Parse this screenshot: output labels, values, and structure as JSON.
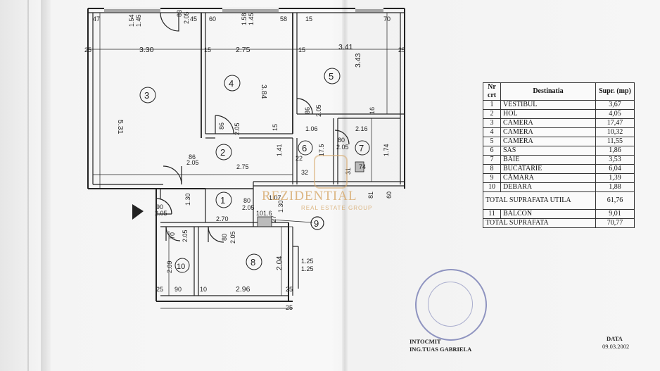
{
  "plan": {
    "rooms": [
      "1",
      "2",
      "3",
      "4",
      "5",
      "6",
      "7",
      "8",
      "9",
      "10"
    ],
    "dims_top": [
      "47",
      "1.54",
      "1.45",
      "83",
      "2.05",
      "45",
      "60",
      "1.58",
      "1.45",
      "58",
      "15",
      "70"
    ],
    "dims_row2": [
      "25",
      "3.30",
      "15",
      "2.75",
      "15",
      "3.41",
      "25"
    ],
    "dims_room3": "5.31",
    "dims_room4": "3.84",
    "dims_room5": "3.43",
    "door_4": [
      "86",
      "2.05"
    ],
    "door_5": [
      "86",
      "2.05"
    ],
    "door_2": [
      "86",
      "2.05"
    ],
    "dims_mid": [
      "15",
      "1.06",
      "2.16",
      "16",
      "1.41",
      "17.5",
      "1.74",
      "80",
      "2.05",
      "2.75",
      "22",
      "32",
      "74"
    ],
    "entry": [
      "90",
      "2.05"
    ],
    "dims_lower": [
      "1.30",
      "2.70",
      "1.07",
      "80",
      "2.05",
      "1.30",
      "10",
      "1.6",
      "27",
      "81",
      "60",
      "31"
    ],
    "door_10": [
      "70",
      "2.05"
    ],
    "door_8": [
      "80",
      "2.05"
    ],
    "dims_bottom": [
      "2.09",
      "2.04",
      "1.25",
      "1.25",
      "25",
      "90",
      "10",
      "2.96",
      "25",
      "25"
    ]
  },
  "watermark": {
    "brand": "REZIDENTIAL",
    "tag": "REAL ESTATE GROUP"
  },
  "legend": {
    "headers": {
      "nr": "Nr crt",
      "dest": "Destinatia",
      "supr": "Supr. (mp)"
    },
    "rows": [
      {
        "nr": "1",
        "dest": "VESTIBUL",
        "supr": "3,67"
      },
      {
        "nr": "2",
        "dest": "HOL",
        "supr": "4,05"
      },
      {
        "nr": "3",
        "dest": "CAMERA",
        "supr": "17,47"
      },
      {
        "nr": "4",
        "dest": "CAMERA",
        "supr": "10,32"
      },
      {
        "nr": "5",
        "dest": "CAMERA",
        "supr": "11,55"
      },
      {
        "nr": "6",
        "dest": "SAS",
        "supr": "1,86"
      },
      {
        "nr": "7",
        "dest": "BAIE",
        "supr": "3,53"
      },
      {
        "nr": "8",
        "dest": "BUCATARIE",
        "supr": "6,04"
      },
      {
        "nr": "9",
        "dest": "CĂMARA",
        "supr": "1,39"
      },
      {
        "nr": "10",
        "dest": "DEBARA",
        "supr": "1,88"
      }
    ],
    "total_util_label": "TOTAL SUPRAFATA UTILA",
    "total_util_value": "61,76",
    "balcon": {
      "nr": "11",
      "dest": "BALCON",
      "supr": "9,01"
    },
    "total_label": "TOTAL SUPRAFATA",
    "total_value": "70,77"
  },
  "footer": {
    "intocmit": "INTOCMIT",
    "author": "ING.TUAS GABRIELA",
    "data_label": "DATA",
    "date": "09.03.2002"
  }
}
